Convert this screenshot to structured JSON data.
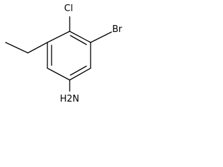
{
  "molecule": {
    "atoms": {
      "chlorine": "Cl",
      "bromine": "Br",
      "amine": "H2N"
    }
  }
}
